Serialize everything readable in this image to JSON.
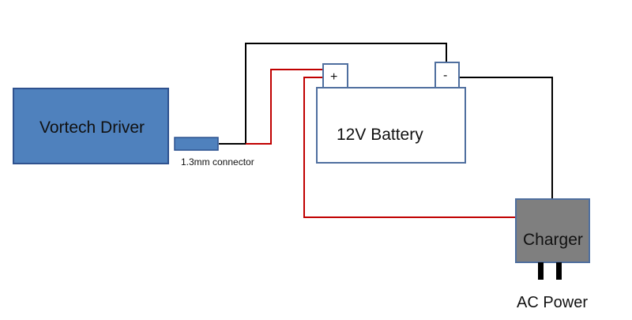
{
  "labels": {
    "driver": "Vortech Driver",
    "connector": "1.3mm connector",
    "battery": "12V Battery",
    "positive": "+",
    "negative": "-",
    "charger": "Charger",
    "ac_power": "AC Power"
  },
  "colors": {
    "driver_fill": "#4f81bd",
    "driver_stroke": "#2f528f",
    "connector_fill": "#4f81bd",
    "battery_fill": "#ffffff",
    "battery_stroke": "#4f6f9f",
    "charger_fill": "#7f7f7f",
    "charger_stroke": "#4f6f9f",
    "wire_black": "#000000",
    "wire_red": "#c00000"
  }
}
